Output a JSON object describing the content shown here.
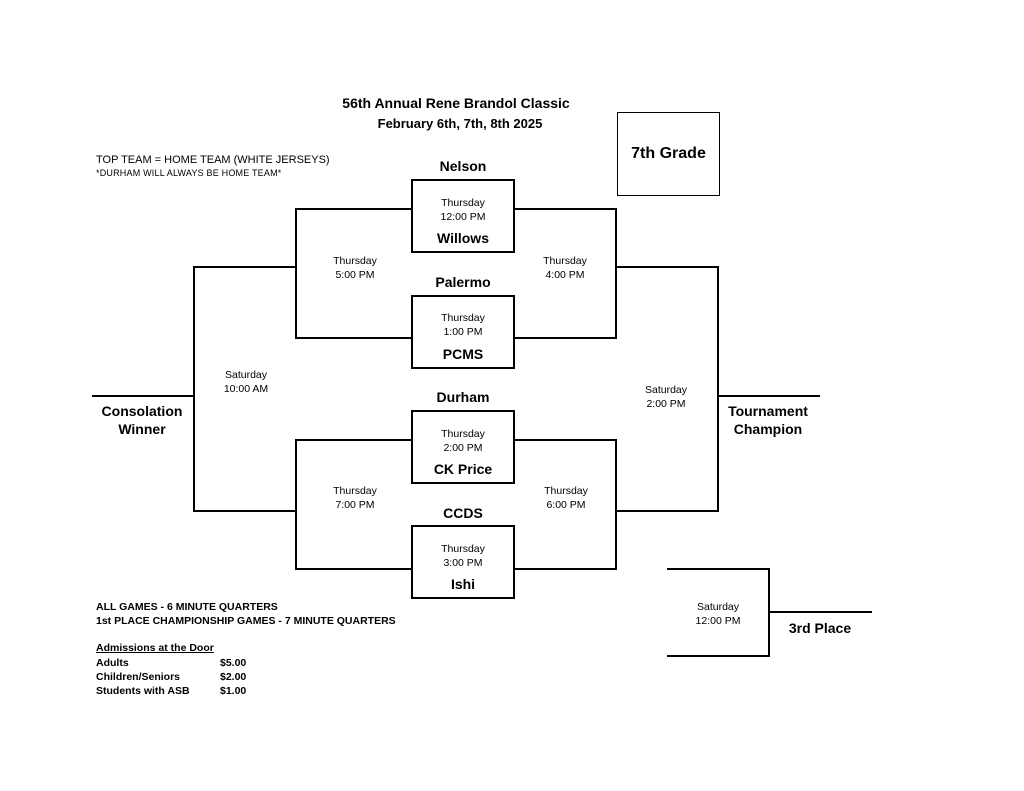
{
  "header": {
    "title": "56th Annual Rene Brandol Classic",
    "dates": "February 6th, 7th, 8th 2025",
    "grade": "7th Grade"
  },
  "notes": {
    "home_team": "TOP TEAM  = HOME TEAM (WHITE JERSEYS)",
    "durham_home": "*DURHAM WILL ALWAYS BE HOME TEAM*"
  },
  "round1": [
    {
      "top": "Nelson",
      "bottom": "Willows",
      "day": "Thursday",
      "time": "12:00 PM"
    },
    {
      "top": "Palermo",
      "bottom": "PCMS",
      "day": "Thursday",
      "time": "1:00 PM"
    },
    {
      "top": "Durham",
      "bottom": "CK Price",
      "day": "Thursday",
      "time": "2:00 PM"
    },
    {
      "top": "CCDS",
      "bottom": "Ishi",
      "day": "Thursday",
      "time": "3:00 PM"
    }
  ],
  "semis": {
    "left_top": {
      "day": "Thursday",
      "time": "5:00 PM"
    },
    "right_top": {
      "day": "Thursday",
      "time": "4:00 PM"
    },
    "left_bottom": {
      "day": "Thursday",
      "time": "7:00 PM"
    },
    "right_bottom": {
      "day": "Thursday",
      "time": "6:00 PM"
    }
  },
  "finals": {
    "consolation": {
      "day": "Saturday",
      "time": "10:00 AM",
      "label_line1": "Consolation",
      "label_line2": "Winner"
    },
    "championship": {
      "day": "Saturday",
      "time": "2:00 PM",
      "label_line1": "Tournament",
      "label_line2": "Champion"
    },
    "third_place": {
      "day": "Saturday",
      "time": "12:00 PM",
      "label": "3rd Place"
    }
  },
  "rules": {
    "all_games": "ALL  GAMES - 6 MINUTE QUARTERS",
    "championship": "1st PLACE CHAMPIONSHIP GAMES - 7 MINUTE QUARTERS"
  },
  "admissions": {
    "heading": "Admissions at the Door",
    "rows": [
      {
        "label": "Adults",
        "price": "$5.00"
      },
      {
        "label": "Children/Seniors",
        "price": "$2.00"
      },
      {
        "label": "Students with ASB",
        "price": "$1.00"
      }
    ]
  }
}
